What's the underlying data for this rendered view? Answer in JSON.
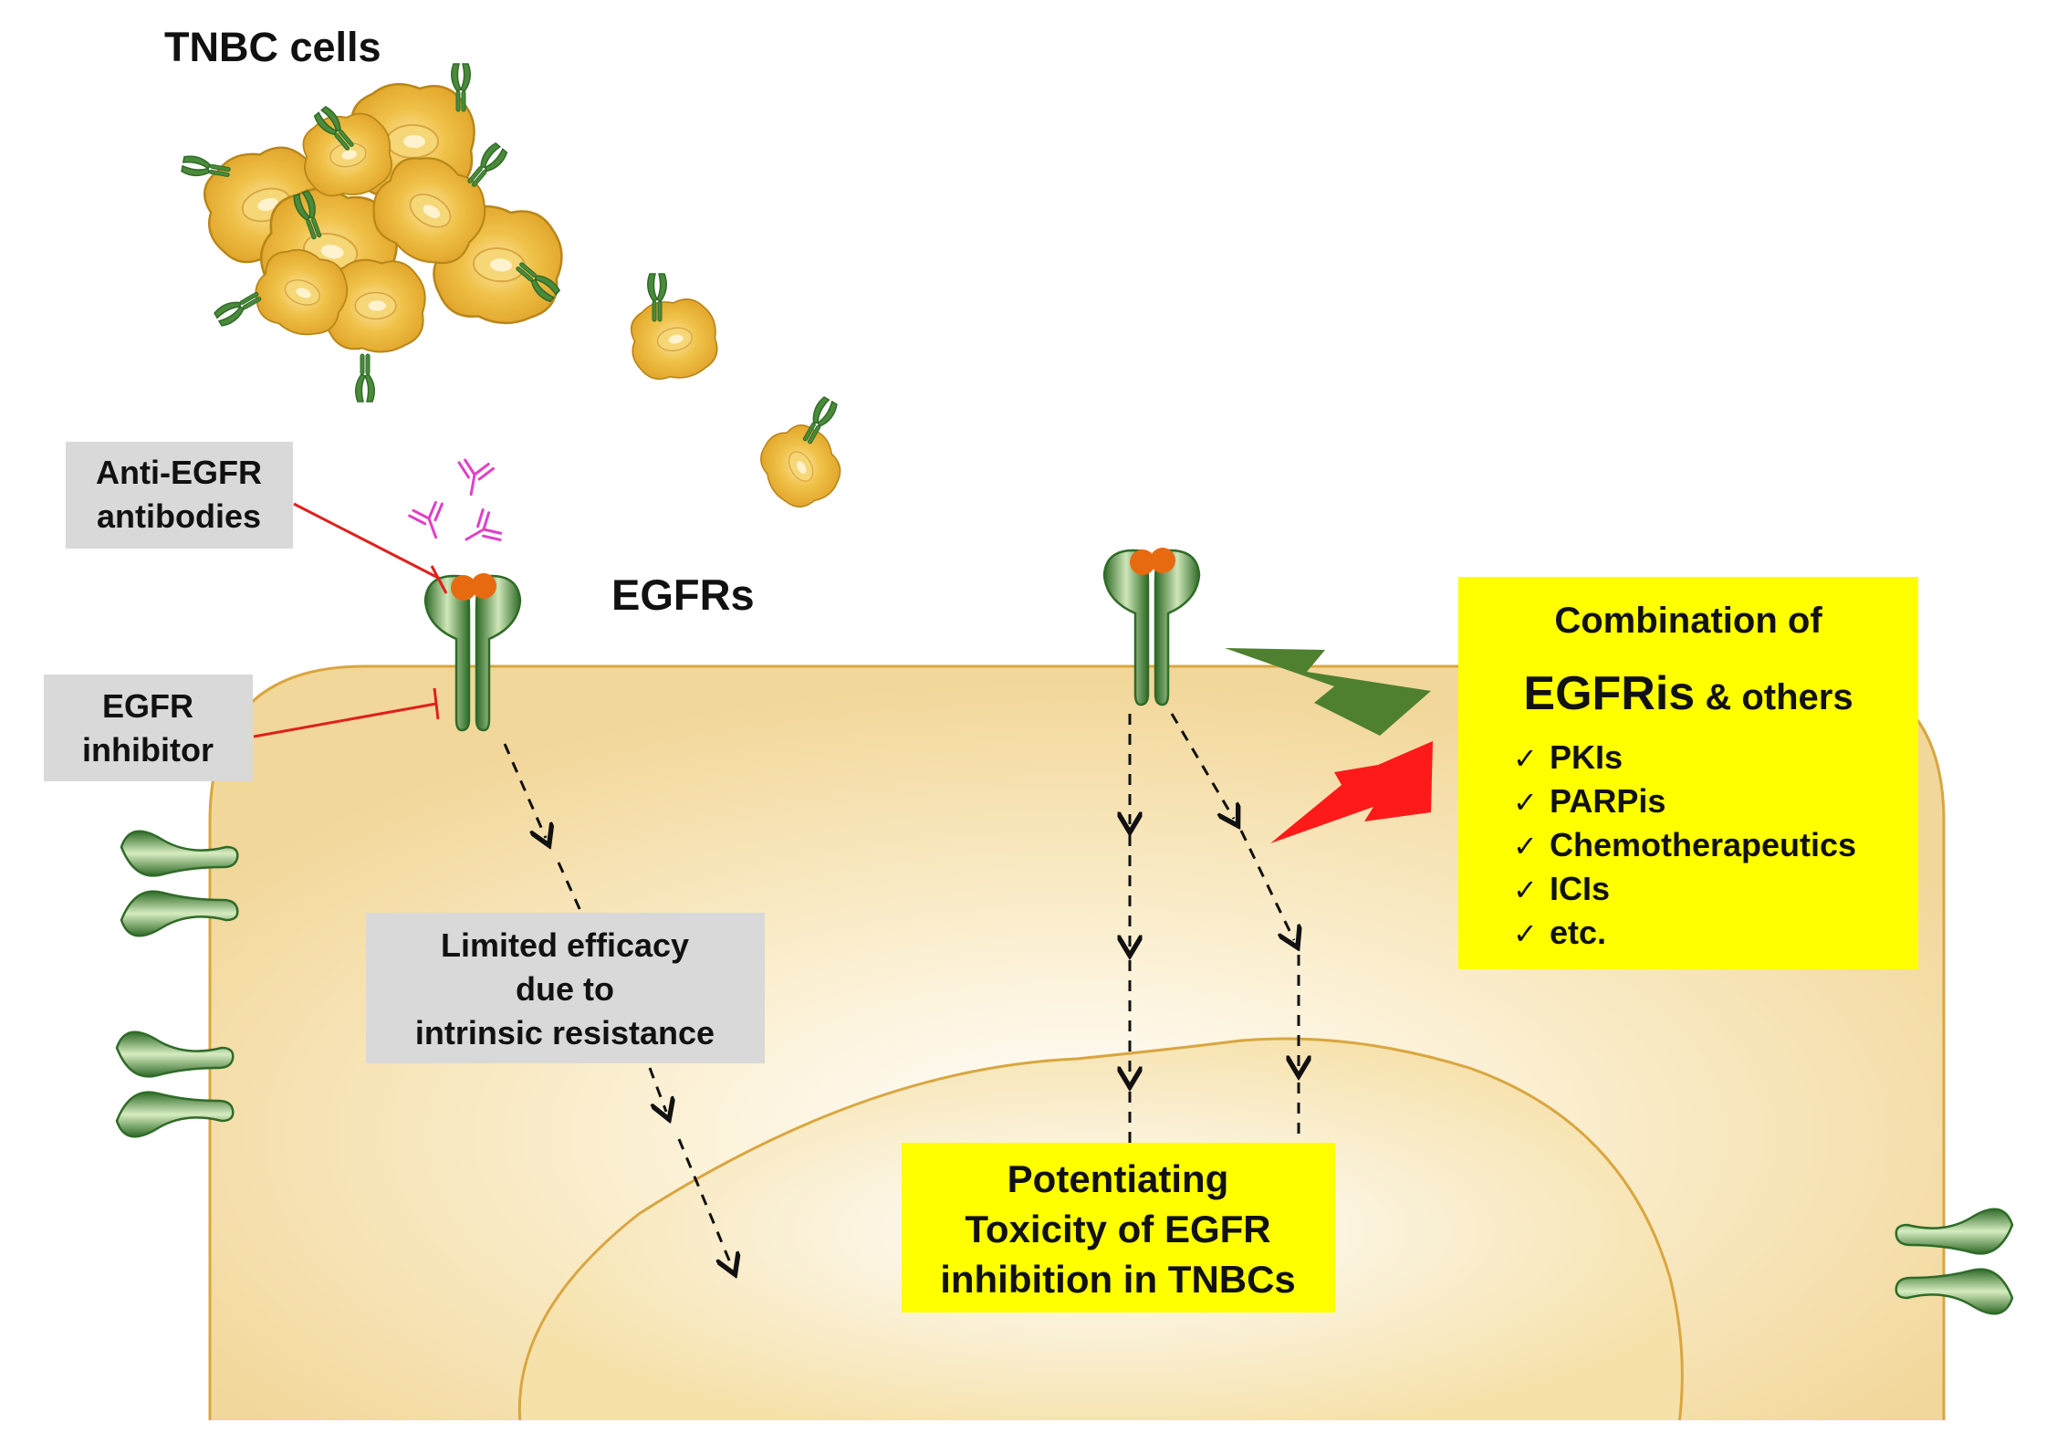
{
  "title": "TNBC cells",
  "receptor_label": "EGFRs",
  "anti_egfr_box": {
    "line1": "Anti-EGFR",
    "line2": "antibodies"
  },
  "egfr_inhibitor_box": {
    "line1": "EGFR",
    "line2": "inhibitor"
  },
  "limited_box": {
    "line1": "Limited efficacy",
    "line2": "due to",
    "line3": "intrinsic resistance"
  },
  "potentiating_box": {
    "line1": "Potentiating",
    "line2": "Toxicity of EGFR",
    "line3": "inhibition in TNBCs"
  },
  "combination_box": {
    "heading": "Combination of",
    "main": "EGFRis",
    "suffix": " & others",
    "items": [
      {
        "check": "✓",
        "label": "PKIs"
      },
      {
        "check": "✓",
        "label": "PARPis"
      },
      {
        "check": "✓",
        "label": "Chemotherapeutics"
      },
      {
        "check": "✓",
        "label": "ICIs"
      },
      {
        "check": "✓",
        "label": "etc."
      }
    ]
  },
  "colors": {
    "cell_fill": "#f5dfa4",
    "cell_stroke": "#d9a640",
    "tnbc_cell": "#e8b53a",
    "receptor_green": "#4a8a3a",
    "ligand_orange": "#e86a10",
    "antibody_pink": "#e040c8",
    "inhibit_red": "#e0201a",
    "yellow_box": "#ffff00",
    "gray_box": "#d9d9d9",
    "bolt_green": "#4e8030",
    "bolt_red": "#ff1a1a"
  }
}
